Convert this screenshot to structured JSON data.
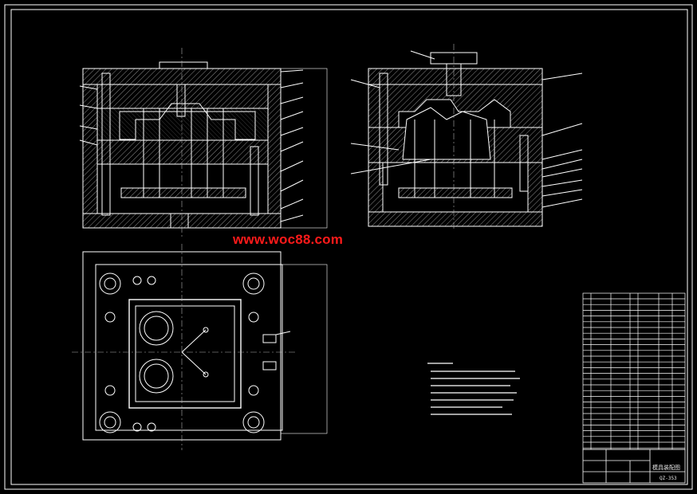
{
  "watermark": "www.woc88.com",
  "title_block": {
    "drawing_name": "模具装配图",
    "drawing_code": "QZ-353"
  },
  "colors": {
    "background": "#000000",
    "line": "#ffffff",
    "watermark": "#ff1a1a",
    "hatch": "#c8c8c8",
    "center_line": "#b0b0b0"
  },
  "views": [
    "front-section-view",
    "side-section-view",
    "top-plan-view",
    "technical-notes",
    "parts-list",
    "title-block"
  ]
}
